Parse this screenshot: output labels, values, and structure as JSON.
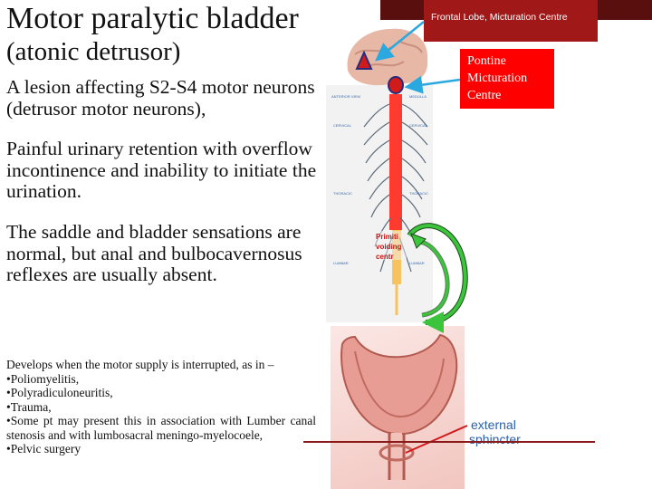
{
  "title": {
    "line1": "Motor paralytic bladder",
    "line2": "(atonic detrusor)"
  },
  "paragraphs": {
    "lesion": "A lesion affecting S2-S4 motor neurons (detrusor motor neurons),",
    "retention": "Painful urinary retention with overflow incontinence and inability to initiate the urination.",
    "sensations": "The saddle and bladder sensations are normal, but anal and bulbocavernosus reflexes are usually absent."
  },
  "causes": {
    "intro": "Develops when the motor supply is interrupted, as in –",
    "items": [
      "•Poliomyelitis,",
      "•Polyradiculoneuritis,",
      "•Trauma,",
      "•Some pt may present this in association with Lumber canal stenosis and with lumbosacral meningo-myelocoele,",
      "•Pelvic surgery"
    ]
  },
  "labels": {
    "frontal": "Frontal Lobe, Micturation Centre",
    "pontine": "Pontine Micturation Centre",
    "primitive": "Primiti voiding centr",
    "external": "external sphincter"
  },
  "colors": {
    "frontal_bg": "#a01818",
    "pontine_bg": "#ff0000",
    "arrow_blue": "#2aa8e0",
    "arrow_green": "#3cc43c",
    "arrow_red": "#d11a1a"
  },
  "icons": [
    "brain-icon",
    "spinal-cord-diagram",
    "bladder-diagram"
  ]
}
